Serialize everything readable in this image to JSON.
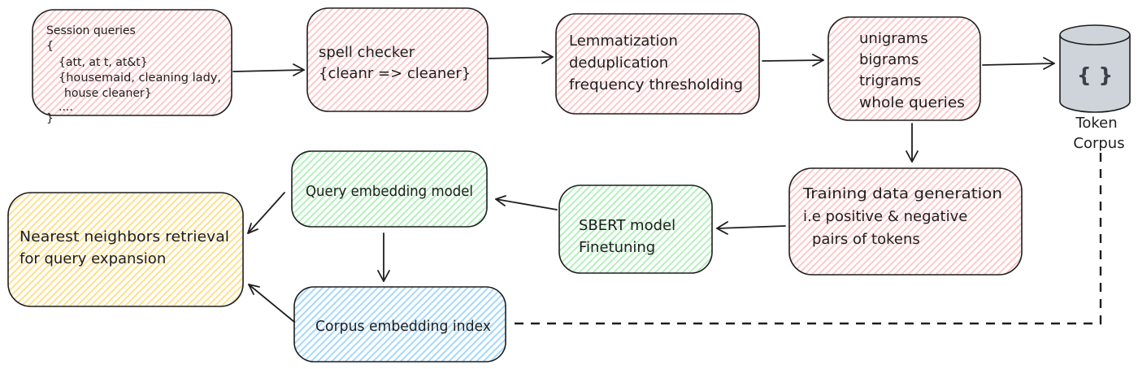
{
  "palette": {
    "stroke": "#1e1e1e",
    "pink_fill": "#ffc9c9",
    "green_fill": "#b2f2bb",
    "yellow_fill": "#ffe08a",
    "blue_fill": "#a5d8ff",
    "cylinder_fill": "#ced4da",
    "background": "#ffffff"
  },
  "nodes": {
    "session_queries": {
      "color": "#ffc9c9",
      "lines": [
        "Session queries",
        "{",
        "{att, at t, at&t}",
        "{housemaid, cleaning lady,",
        "house cleaner}",
        "....",
        "}"
      ]
    },
    "spell_checker": {
      "color": "#ffc9c9",
      "lines": [
        "spell checker",
        "{cleanr => cleaner}"
      ]
    },
    "lemmatization": {
      "color": "#ffc9c9",
      "lines": [
        "Lemmatization",
        "deduplication",
        "frequency thresholding"
      ]
    },
    "ngrams": {
      "color": "#ffc9c9",
      "lines": [
        "unigrams",
        "bigrams",
        "trigrams",
        "whole queries"
      ]
    },
    "token_corpus": {
      "color": "#ced4da",
      "symbol": "{ }",
      "label_lines": [
        "Token",
        "Corpus"
      ]
    },
    "training_data": {
      "color": "#ffc9c9",
      "lines": [
        "Training data generation",
        "i.e positive & negative",
        "pairs of tokens"
      ]
    },
    "sbert_finetuning": {
      "color": "#b2f2bb",
      "lines": [
        "SBERT model",
        "Finetuning"
      ]
    },
    "query_embedding": {
      "color": "#b2f2bb",
      "lines": [
        "Query embedding model"
      ]
    },
    "nearest_neighbors": {
      "color": "#ffe08a",
      "lines": [
        "Nearest neighbors retrieval",
        "for query expansion"
      ]
    },
    "corpus_embedding": {
      "color": "#a5d8ff",
      "lines": [
        "Corpus embedding index"
      ]
    }
  },
  "edges": [
    {
      "from": "session-queries",
      "to": "spell-checker",
      "style": "solid-arrow"
    },
    {
      "from": "spell-checker",
      "to": "lemmatization",
      "style": "solid-arrow"
    },
    {
      "from": "lemmatization",
      "to": "ngrams",
      "style": "solid-arrow"
    },
    {
      "from": "ngrams",
      "to": "token-corpus",
      "style": "solid-arrow"
    },
    {
      "from": "ngrams",
      "to": "training-data",
      "style": "solid-arrow"
    },
    {
      "from": "training-data",
      "to": "sbert-finetuning",
      "style": "solid-arrow"
    },
    {
      "from": "sbert-finetuning",
      "to": "query-embedding-model",
      "style": "solid-arrow"
    },
    {
      "from": "query-embedding-model",
      "to": "nearest-neighbors",
      "style": "solid-arrow"
    },
    {
      "from": "query-embedding-model",
      "to": "corpus-embedding-index",
      "style": "solid-arrow"
    },
    {
      "from": "corpus-embedding-index",
      "to": "nearest-neighbors",
      "style": "solid-arrow"
    },
    {
      "from": "token-corpus",
      "to": "corpus-embedding-index",
      "style": "dashed"
    }
  ]
}
